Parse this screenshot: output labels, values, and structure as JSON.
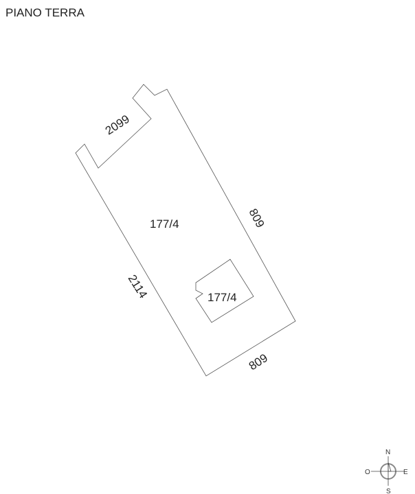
{
  "title": "PIANO TERRA",
  "parcel": {
    "label": "177/4",
    "building_label": "177/4",
    "boundary_labels": {
      "northwest_neighbor": "2099",
      "east_side": "809",
      "south_side": "809",
      "west_side": "2114"
    }
  },
  "compass": {
    "north": "N",
    "south": "S",
    "east": "E",
    "west": "O"
  }
}
